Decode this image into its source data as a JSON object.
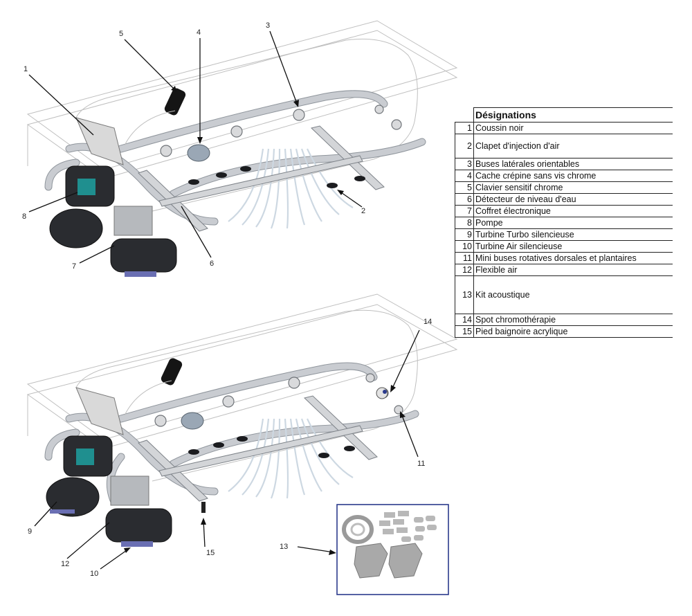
{
  "legend": {
    "header": "Désignations",
    "items": [
      {
        "num": "1",
        "label": "Coussin noir"
      },
      {
        "num": "2",
        "label": "Clapet d'injection d'air"
      },
      {
        "num": "3",
        "label": "Buses latérales orientables"
      },
      {
        "num": "4",
        "label": "Cache crépine sans vis chrome"
      },
      {
        "num": "5",
        "label": "Clavier sensitif chrome"
      },
      {
        "num": "6",
        "label": "Détecteur de niveau d'eau"
      },
      {
        "num": "7",
        "label": "Coffret électronique"
      },
      {
        "num": "8",
        "label": "Pompe"
      },
      {
        "num": "9",
        "label": "Turbine Turbo silencieuse"
      },
      {
        "num": "10",
        "label": "Turbine Air silencieuse"
      },
      {
        "num": "11",
        "label": "Mini buses rotatives dorsales et plantaires"
      },
      {
        "num": "12",
        "label": "Flexible air"
      },
      {
        "num": "13",
        "label": "Kit acoustique"
      },
      {
        "num": "14",
        "label": "Spot chromothérapie"
      },
      {
        "num": "15",
        "label": "Pied baignoire acrylique"
      }
    ]
  },
  "callouts": {
    "top": [
      "1",
      "2",
      "3",
      "4",
      "5",
      "6",
      "7",
      "8"
    ],
    "bottom": [
      "9",
      "10",
      "11",
      "12",
      "13",
      "14",
      "15"
    ]
  },
  "colors": {
    "tub_line": "#bfbfbf",
    "pipe": "#c9ccd1",
    "hose": "#cdd8e2",
    "motor": "#2a2c30",
    "accent_teal": "#1f8f8f",
    "kit_frame": "#2b3a8c"
  }
}
